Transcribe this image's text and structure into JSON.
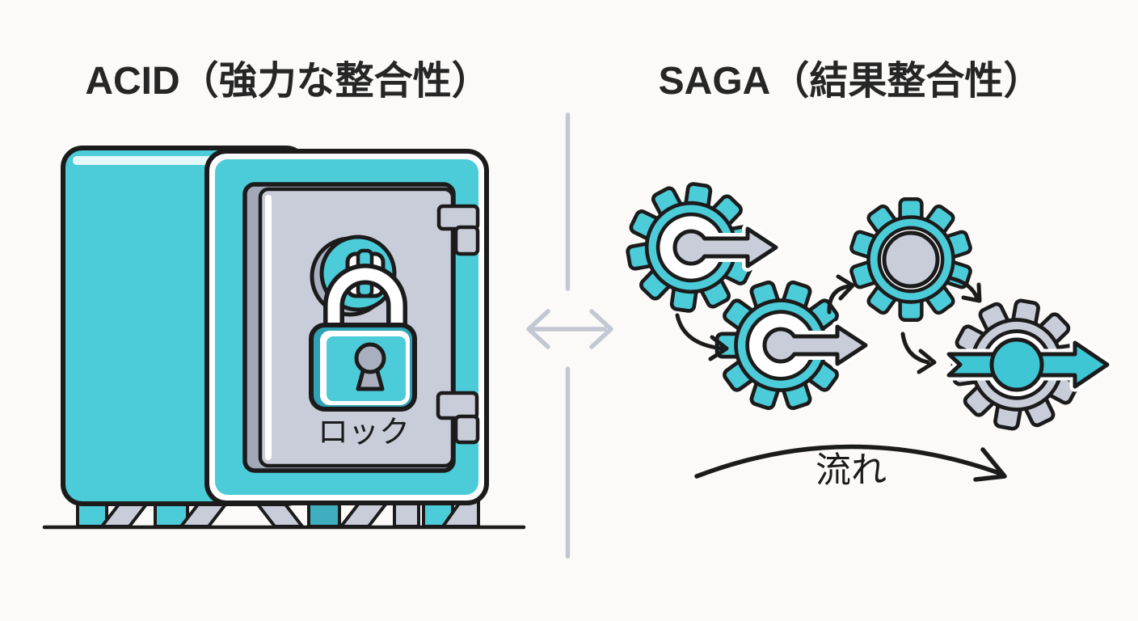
{
  "left_panel": {
    "title": "ACID（強力な整合性）",
    "lock_label": "ロック",
    "icon": "safe-with-padlock"
  },
  "right_panel": {
    "title": "SAGA（結果整合性）",
    "flow_label": "流れ",
    "icon": "gear-workflow-sequence",
    "gear_count": 4
  },
  "divider": {
    "icon": "bidirectional-compare-arrow"
  },
  "colors": {
    "background": "#FBFAF8",
    "teal": "#4CCBD8",
    "teal_dark": "#2FA3B5",
    "gray": "#C9CDDA",
    "gray_dark": "#A9AFBE",
    "outline": "#1B1B1B",
    "divider_gray": "#C3C7D2",
    "title_text": "#262626"
  }
}
